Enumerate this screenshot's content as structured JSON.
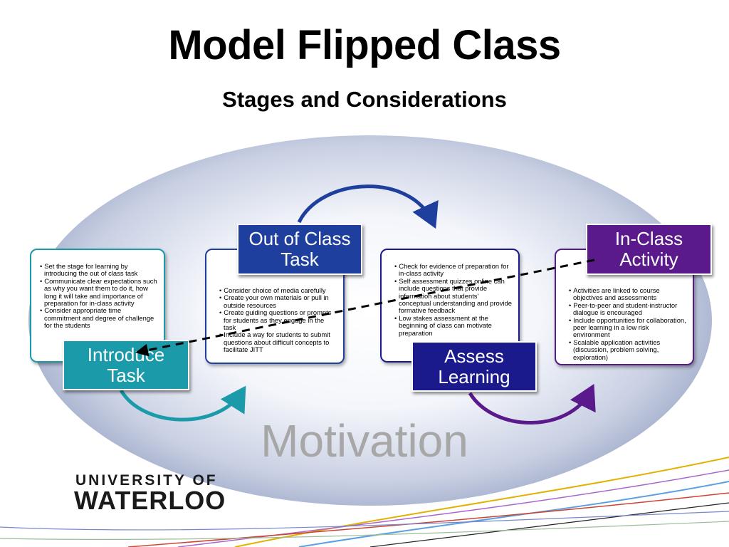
{
  "slide": {
    "title": "Model Flipped Class",
    "subtitle": "Stages and Considerations",
    "center_label": "Motivation"
  },
  "stages": {
    "introduce": {
      "label": "Introduce Task",
      "color": "#1b9aaa",
      "bullets": [
        "Set the stage for learning by introducing the out of class task",
        "Communicate clear expectations such as  why you want them to do it, how long it will take and importance of preparation for in-class activity",
        "Consider appropriate time commitment and degree of challenge for the students"
      ]
    },
    "out_of_class": {
      "label": "Out of Class Task",
      "color": "#1f3f9e",
      "bullets": [
        "Consider choice of media carefully",
        "Create your own materials or pull in outside resources",
        "Create guiding questions or prompts for students as they engage in the task",
        "Include a way for students to submit questions about difficult concepts to facilitate JITT"
      ]
    },
    "assess": {
      "label": "Assess Learning",
      "color": "#1a1a8c",
      "bullets": [
        "Check for evidence of preparation for in-class activity",
        "Self assessment quizzes online can include  questions that provide information about  students' conceptual understanding and provide formative feedback",
        "Low stakes assessment at the beginning of class can motivate preparation"
      ]
    },
    "in_class": {
      "label": "In-Class Activity",
      "color": "#5b1a8c",
      "bullets": [
        "Activities are linked to course objectives and assessments",
        "Peer-to-peer and student-instructor dialogue is encouraged",
        "Include opportunities for collaboration, peer learning in a low risk environment",
        "Scalable  application activities (discussion, problem solving, exploration)"
      ]
    }
  },
  "logo": {
    "line1": "UNIVERSITY OF",
    "line2": "WATERLOO"
  }
}
